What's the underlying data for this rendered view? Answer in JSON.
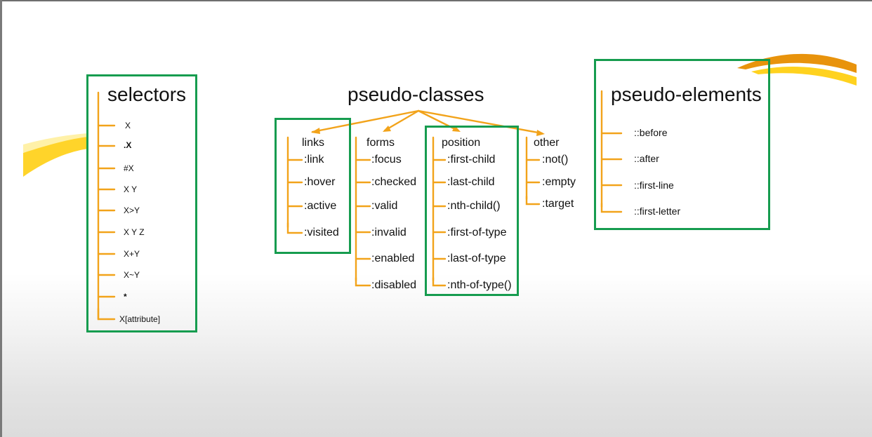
{
  "selectors": {
    "title": "selectors",
    "items": [
      "X",
      ".X",
      "#X",
      "X Y",
      "X>Y",
      "X Y Z",
      "X+Y",
      "X~Y",
      "*",
      "X[attribute]"
    ]
  },
  "pseudo_classes": {
    "title": "pseudo-classes",
    "groups": {
      "links": {
        "label": "links",
        "items": [
          ":link",
          ":hover",
          ":active",
          ":visited"
        ]
      },
      "forms": {
        "label": "forms",
        "items": [
          ":focus",
          ":checked",
          ":valid",
          ":invalid",
          ":enabled",
          ":disabled"
        ]
      },
      "position": {
        "label": "position",
        "items": [
          ":first-child",
          ":last-child",
          ":nth-child()",
          ":first-of-type",
          ":last-of-type",
          ":nth-of-type()"
        ]
      },
      "other": {
        "label": "other",
        "items": [
          ":not()",
          ":empty",
          ":target"
        ]
      }
    }
  },
  "pseudo_elements": {
    "title": "pseudo-elements",
    "items": [
      "::before",
      "::after",
      "::first-line",
      "::first-letter"
    ]
  },
  "colors": {
    "tree_lines": "#f2a31a",
    "highlight_box": "#169c4f",
    "swoosh_yellow": "#ffd21f",
    "swoosh_orange": "#e8930c"
  }
}
